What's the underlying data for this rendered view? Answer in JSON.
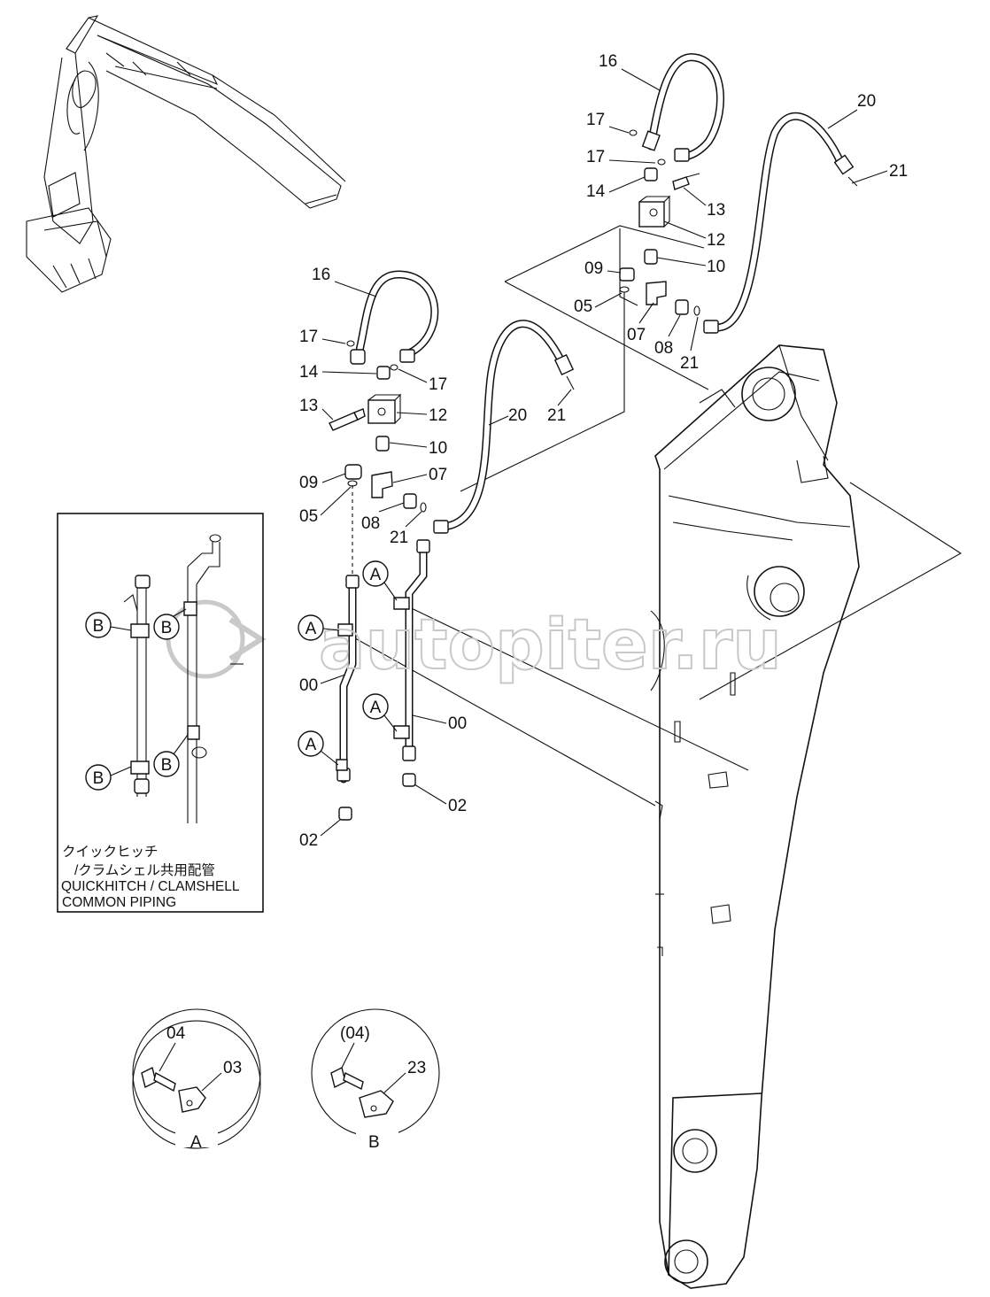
{
  "watermark": "autopiter.ru",
  "inset": {
    "caption_jp_1": "クイックヒッチ",
    "caption_jp_2": "/クラムシェル共用配管",
    "caption_en_1": "QUICKHITCH / CLAMSHELL",
    "caption_en_2": "COMMON  PIPING",
    "callouts": [
      "B",
      "B",
      "B",
      "B"
    ]
  },
  "detail_a": {
    "title": "A",
    "labels": [
      "04",
      "03"
    ]
  },
  "detail_b": {
    "title": "B",
    "labels": [
      "(04)",
      "23"
    ]
  },
  "callout_letters": {
    "A1": "A",
    "A2": "A",
    "A3": "A",
    "A4": "A"
  },
  "upper_group_labels": {
    "p16": "16",
    "p17a": "17",
    "p17b": "17",
    "p14": "14",
    "p13": "13",
    "p12": "12",
    "p09": "09",
    "p10": "10",
    "p05": "05",
    "p07": "07",
    "p08": "08",
    "p21a": "21",
    "p20": "20",
    "p21b": "21"
  },
  "middle_group_labels": {
    "p16": "16",
    "p17a": "17",
    "p14": "14",
    "p17b": "17",
    "p13": "13",
    "p12": "12",
    "p10": "10",
    "p09": "09",
    "p07": "07",
    "p05": "05",
    "p08": "08",
    "p21a": "21",
    "p20": "20",
    "p21b": "21"
  },
  "pipe_labels": {
    "p00a": "00",
    "p00b": "00",
    "p02a": "02",
    "p02b": "02"
  }
}
